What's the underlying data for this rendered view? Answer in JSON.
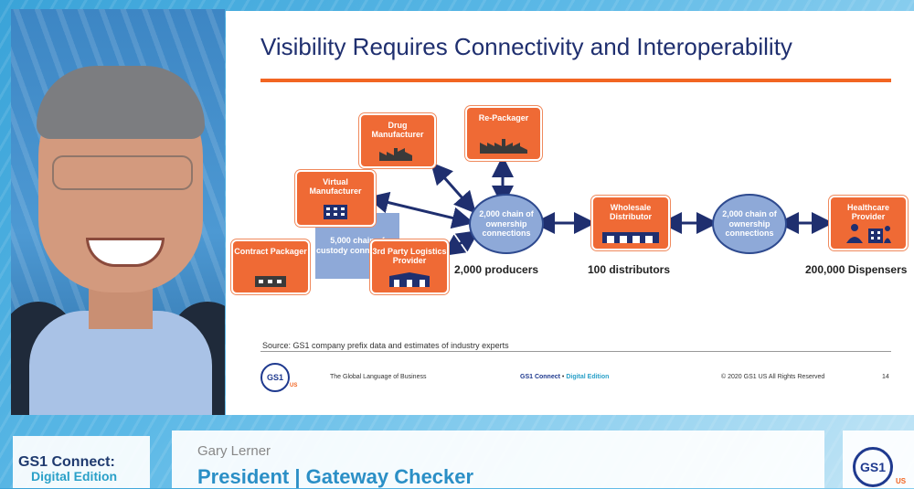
{
  "slide": {
    "title": "Visibility Requires Connectivity and Interoperability",
    "nodes": {
      "drug_manufacturer": "Drug Manufacturer",
      "re_packager": "Re-Packager",
      "virtual_manufacturer": "Virtual Manufacturer",
      "contract_packager": "Contract Packager",
      "third_party_logistics": "3rd Party Logistics Provider",
      "wholesale_distributor": "Wholesale Distributor",
      "healthcare_provider": "Healthcare Provider"
    },
    "bubbles": {
      "chain_left": "2,000 chain of ownership connections",
      "chain_right": "2,000 chain of ownership connections",
      "custody": "5,000 chain of custody connections"
    },
    "captions": {
      "producers": "2,000 producers",
      "distributors": "100 distributors",
      "dispensers": "200,000 Dispensers"
    },
    "source": "Source: GS1 company prefix data and estimates of industry experts",
    "footer": {
      "logo": "GS1",
      "logo_sub": "US",
      "tagline": "The Global Language of Business",
      "event_a": "GS1 Connect",
      "event_sep": "•",
      "event_b": "Digital Edition",
      "copyright": "© 2020 GS1 US All Rights Reserved",
      "page": "14"
    }
  },
  "lower_third": {
    "brand_line1": "GS1 Connect:",
    "brand_line2": "Digital Edition",
    "speaker_name": "Gary Lerner",
    "speaker_title": "President | Gateway Checker",
    "logo": "GS1",
    "logo_sub": "US"
  },
  "colors": {
    "node_orange": "#ef6a35",
    "bubble_blue": "#8ea9d8",
    "arrow_navy": "#1f2f6f",
    "title_navy": "#1f2f6f",
    "accent_teal": "#2aa0c8"
  },
  "icons": [
    "factory-icon",
    "warehouse-icon",
    "caregiver-icon"
  ]
}
